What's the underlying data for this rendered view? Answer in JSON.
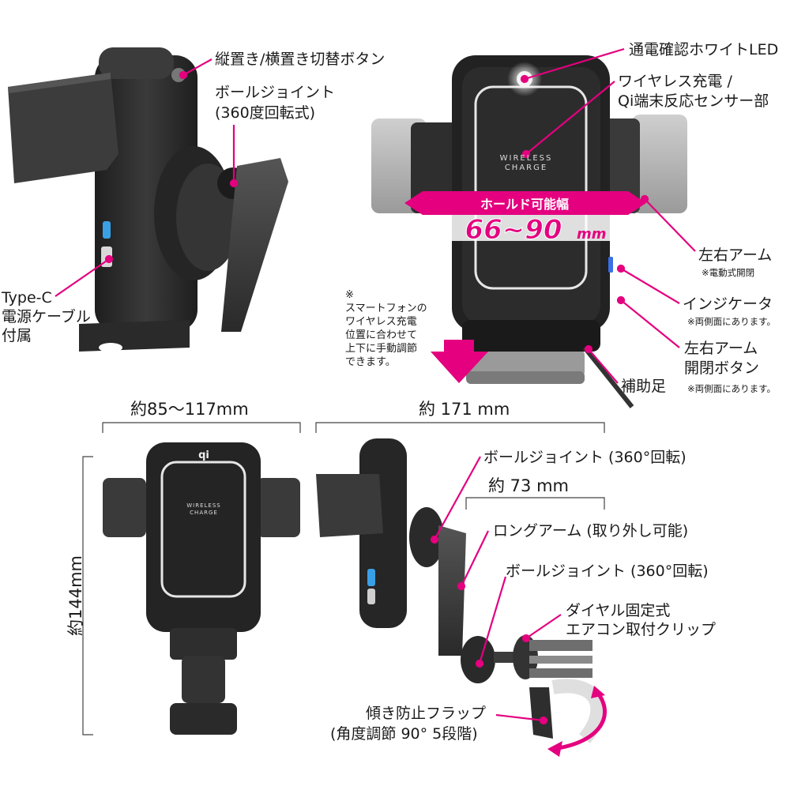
{
  "colors": {
    "accent": "#e4007f",
    "device": "#2b2b2b",
    "ring": "#e6e6e6",
    "blue": "#3aa0e6"
  },
  "labels": {
    "orientation_button": "縦置き/横置き切替ボタン",
    "ball_joint_top_l1": "ボールジョイント",
    "ball_joint_top_l2": "(360度回転式)",
    "type_c_l1": "Type-C",
    "type_c_l2": "電源ケーブル",
    "type_c_l3": "付属",
    "led": "通電確認ホワイトLED",
    "sensor_l1": "ワイヤレス充電 /",
    "sensor_l2": "Qi端末反応センサー部",
    "arms": "左右アーム",
    "arms_note": "※電動式開閉",
    "indicator": "インジケータ",
    "indicator_note": "※両側面にあります。",
    "arm_button_l1": "左右アーム",
    "arm_button_l2": "開閉ボタン",
    "arm_button_note": "※両側面にあります。",
    "aux_foot": "補助足",
    "manual_note_l1": "※",
    "manual_note_l2": "スマートフォンの",
    "manual_note_l3": "ワイヤレス充電",
    "manual_note_l4": "位置に合わせて",
    "manual_note_l5": "上下に手動調節",
    "manual_note_l6": "できます。",
    "hold_width_title": "ホールド可能幅",
    "hold_width_value": "66~90",
    "hold_width_unit": "mm",
    "ball_joint_1": "ボールジョイント (360°回転)",
    "long_arm": "ロングアーム (取り外し可能)",
    "ball_joint_2": "ボールジョイント (360°回転)",
    "clip_l1": "ダイヤル固定式",
    "clip_l2": "エアコン取付クリップ",
    "flap_l1": "傾き防止フラップ",
    "flap_l2": "(角度調節 90° 5段階)",
    "wireless_text_l1": "WIRELESS",
    "wireless_text_l2": "CHARGE",
    "qi_mark": "qi"
  },
  "dimensions": {
    "width": "約85～117mm",
    "depth": "約 171 mm",
    "height": "約144mm",
    "arm_length": "約 73 mm"
  }
}
